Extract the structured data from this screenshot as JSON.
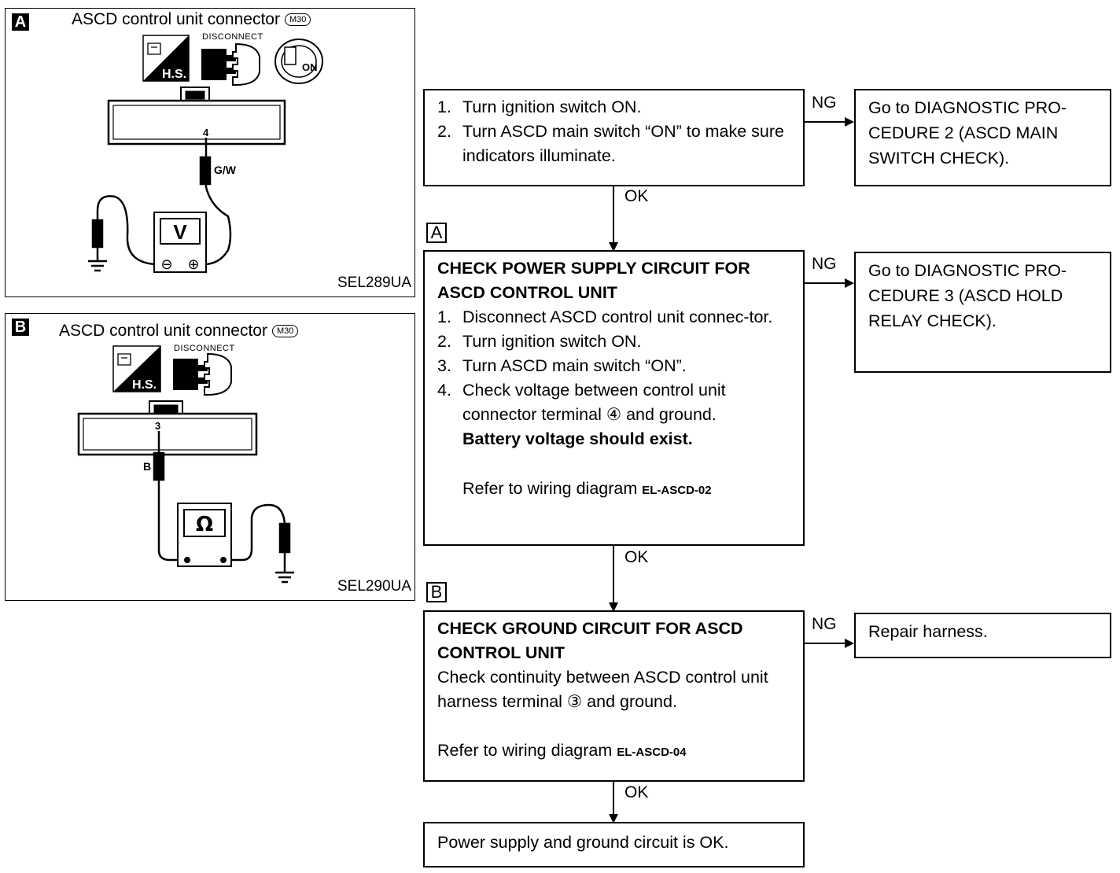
{
  "panel_a": {
    "letter": "A",
    "title": "ASCD control unit connector",
    "connector_badge": "M30",
    "icon_hs": "H.S.",
    "disconnect": "DISCONNECT",
    "key_on": "ON",
    "terminal": "4",
    "wire": "G/W",
    "meter": "V",
    "minus": "⊖",
    "plus": "⊕",
    "code": "SEL289UA"
  },
  "panel_b": {
    "letter": "B",
    "title": "ASCD control unit connector",
    "connector_badge": "M30",
    "icon_hs": "H.S.",
    "disconnect": "DISCONNECT",
    "terminal": "3",
    "wire": "B",
    "meter": "Ω",
    "code": "SEL290UA"
  },
  "flow": {
    "box1": {
      "items": [
        {
          "n": "1.",
          "text": "Turn ignition switch ON."
        },
        {
          "n": "2.",
          "text": "Turn ASCD main switch “ON” to make sure indicators illuminate."
        }
      ]
    },
    "box1_ng_result": "Go to DIAGNOSTIC PRO-CEDURE 2 (ASCD MAIN SWITCH CHECK).",
    "box2": {
      "letter": "A",
      "heading": "CHECK POWER SUPPLY CIRCUIT FOR ASCD CONTROL UNIT",
      "items": [
        {
          "n": "1.",
          "text": "Disconnect ASCD control unit connec-tor."
        },
        {
          "n": "2.",
          "text": "Turn ignition switch ON."
        },
        {
          "n": "3.",
          "text": "Turn ASCD main switch “ON”."
        },
        {
          "n": "4.",
          "text": "Check voltage between control unit connector terminal ④ and ground."
        }
      ],
      "emphasis": "Battery voltage should exist.",
      "ref_text": "Refer to wiring diagram",
      "ref_code": "EL-ASCD-02"
    },
    "box2_ng_result": "Go to DIAGNOSTIC PRO-CEDURE 3 (ASCD HOLD RELAY CHECK).",
    "box3": {
      "letter": "B",
      "heading": "CHECK GROUND CIRCUIT FOR ASCD CONTROL UNIT",
      "body": "Check continuity between ASCD control unit harness terminal ③ and ground.",
      "ref_text": "Refer to wiring diagram",
      "ref_code": "EL-ASCD-04"
    },
    "box3_ng_result": "Repair harness.",
    "final": "Power supply and ground circuit is OK.",
    "ok": "OK",
    "ng": "NG"
  }
}
